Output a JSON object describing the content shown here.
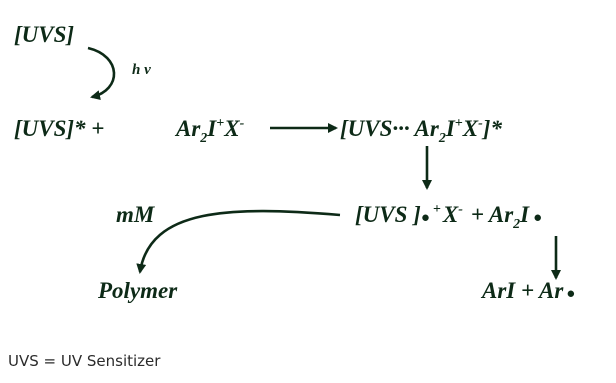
{
  "scheme": {
    "uvs": "[UVS]",
    "hv": "h ν",
    "uvs_excited": "[UVS]* +",
    "ar_prefix": "Ar",
    "ar_sub": "2",
    "iodonium_i": "I",
    "plus": "+",
    "anion": "X",
    "minus": "-",
    "complex_open": "[UVS··· Ar",
    "complex_close": "]*",
    "radical_cation_open": "[UVS ]",
    "bullet": "●",
    "plus_ws": "+",
    "x_minus": "X",
    "plus_join": "+ Ar",
    "ar2i_i": "I",
    "mM": "mM",
    "polymer": "Polymer",
    "products": "ArI + Ar"
  },
  "footnote": "UVS = UV Sensitizer"
}
